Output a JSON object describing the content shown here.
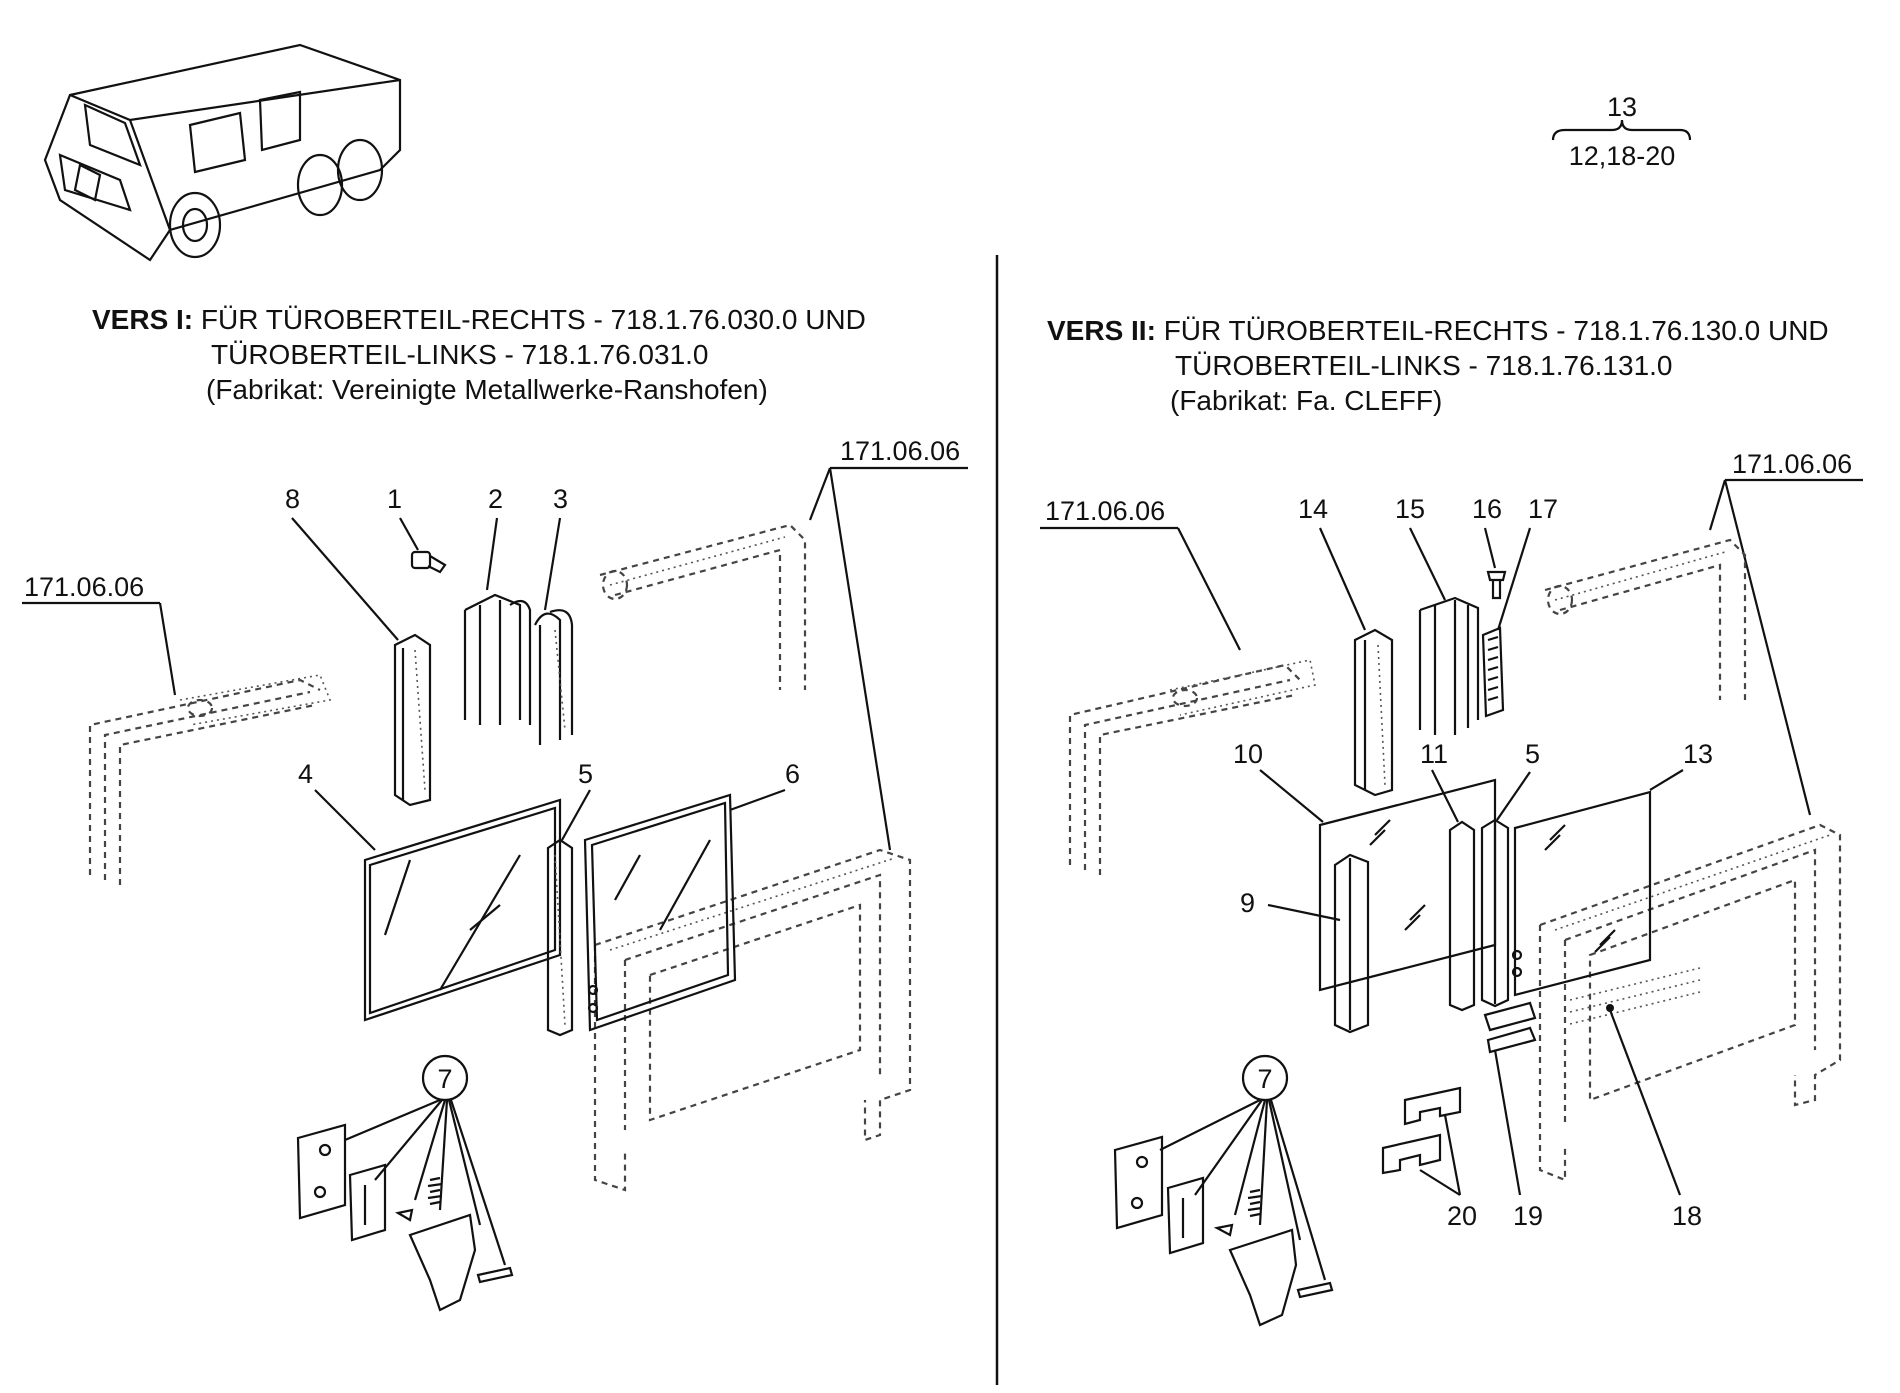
{
  "ref_note": {
    "top": "13",
    "bottom": "12,18-20"
  },
  "left": {
    "header": {
      "prefix": "VERS I:",
      "line1": "FÜR TÜROBERTEIL-RECHTS - 718.1.76.030.0 UND",
      "line2": "TÜROBERTEIL-LINKS - 718.1.76.031.0",
      "line3": "(Fabrikat: Vereinigte Metallwerke-Ranshofen)"
    },
    "refs": [
      "171.06.06",
      "171.06.06"
    ],
    "labels": [
      "1",
      "2",
      "3",
      "4",
      "5",
      "6",
      "7",
      "8"
    ]
  },
  "right": {
    "header": {
      "prefix": "VERS II:",
      "line1": "FÜR TÜROBERTEIL-RECHTS - 718.1.76.130.0 UND",
      "line2": "TÜROBERTEIL-LINKS - 718.1.76.131.0",
      "line3": "(Fabrikat: Fa. CLEFF)"
    },
    "refs": [
      "171.06.06",
      "171.06.06"
    ],
    "labels": [
      "5",
      "7",
      "9",
      "10",
      "11",
      "13",
      "14",
      "15",
      "16",
      "17",
      "18",
      "19",
      "20"
    ]
  },
  "icons": {
    "vehicle": "vehicle-illustration-icon",
    "brace": "curly-brace-icon"
  }
}
